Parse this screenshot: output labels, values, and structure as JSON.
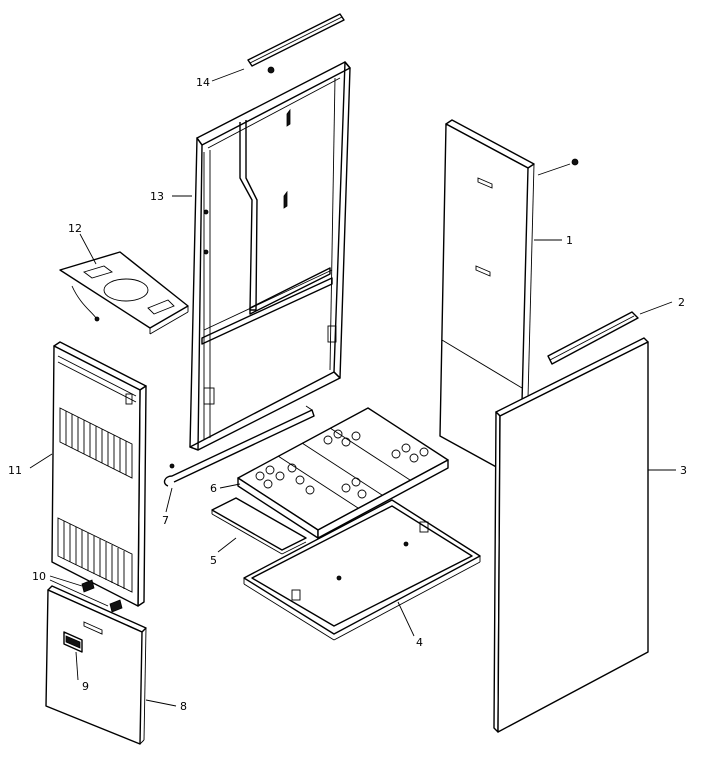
{
  "callouts": {
    "p1": "1",
    "p2": "2",
    "p3": "3",
    "p4": "4",
    "p5": "5",
    "p6": "6",
    "p7": "7",
    "p8": "8",
    "p9": "9",
    "p10": "10",
    "p11": "11",
    "p12": "12",
    "p13": "13",
    "p14": "14"
  }
}
